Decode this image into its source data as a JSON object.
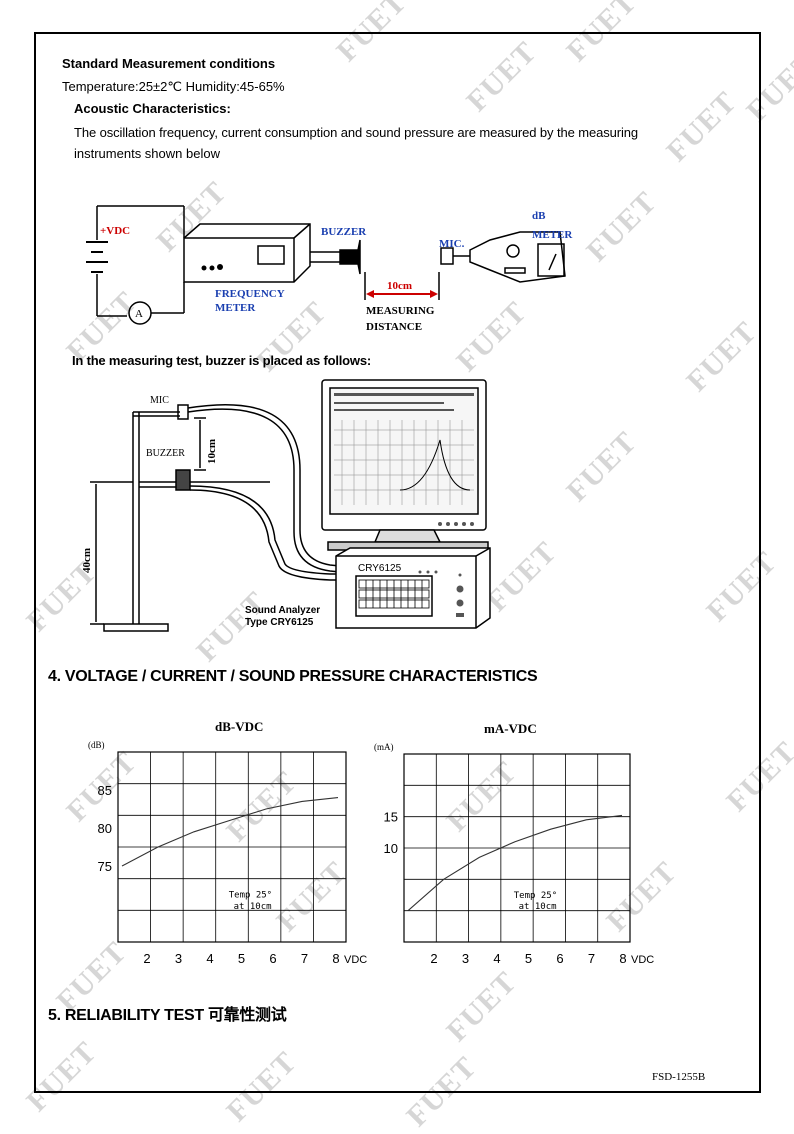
{
  "watermark": "FUET",
  "conditions": {
    "heading": "Standard Measurement conditions",
    "line": "Temperature:25±2℃  Humidity:45-65%",
    "acoustic_heading": "Acoustic Characteristics:",
    "para_line1": "The oscillation frequency, current consumption and sound pressure are measured by the measuring",
    "para_line2": "instruments shown below"
  },
  "circuit": {
    "vdc": "+VDC",
    "ammeter": "A",
    "freq_line1": "FREQUENCY",
    "freq_line2": "METER",
    "buzzer": "BUZZER",
    "mic": "MIC.",
    "db_line1": "dB",
    "db_line2": "METER",
    "distance_value": "10cm",
    "meas_line1": "MEASURING",
    "meas_line2": "DISTANCE"
  },
  "setup": {
    "heading": "In the measuring test, buzzer is placed as follows:",
    "mic": "MIC",
    "buzzer": "BUZZER",
    "gap": "10cm",
    "height": "40cm",
    "device": "CRY6125",
    "analyzer_line1": "Sound Analyzer",
    "analyzer_line2": "Type CRY6125"
  },
  "section4": {
    "title": "4. VOLTAGE / CURRENT / SOUND PRESSURE CHARACTERISTICS"
  },
  "chart_data": [
    {
      "type": "line",
      "title": "dB-VDC",
      "ylabel": "(dB)",
      "xlabel": "VDC",
      "x_ticks": [
        "2",
        "3",
        "4",
        "5",
        "6",
        "7",
        "8"
      ],
      "y_ticks": [
        "75",
        "80",
        "85"
      ],
      "annotation_line1": "Temp 25°",
      "annotation_line2": "at 10cm",
      "series": [
        {
          "x": [
            2,
            3,
            4,
            5,
            6,
            7,
            8
          ],
          "y": [
            75,
            77.5,
            79.5,
            81,
            82.5,
            83.5,
            84
          ]
        }
      ]
    },
    {
      "type": "line",
      "title": "mA-VDC",
      "ylabel": "(mA)",
      "xlabel": "VDC",
      "x_ticks": [
        "2",
        "3",
        "4",
        "5",
        "6",
        "7",
        "8"
      ],
      "y_ticks": [
        "10",
        "15"
      ],
      "annotation_line1": "Temp 25°",
      "annotation_line2": "at 10cm",
      "series": [
        {
          "x": [
            2,
            3,
            4,
            5,
            6,
            7,
            8
          ],
          "y": [
            0,
            5,
            8.5,
            11,
            13,
            14.5,
            15.2
          ]
        }
      ]
    }
  ],
  "section5": {
    "title": "5. RELIABILITY TEST  可靠性测试"
  },
  "footer": {
    "doc_number": "FSD-1255B"
  }
}
